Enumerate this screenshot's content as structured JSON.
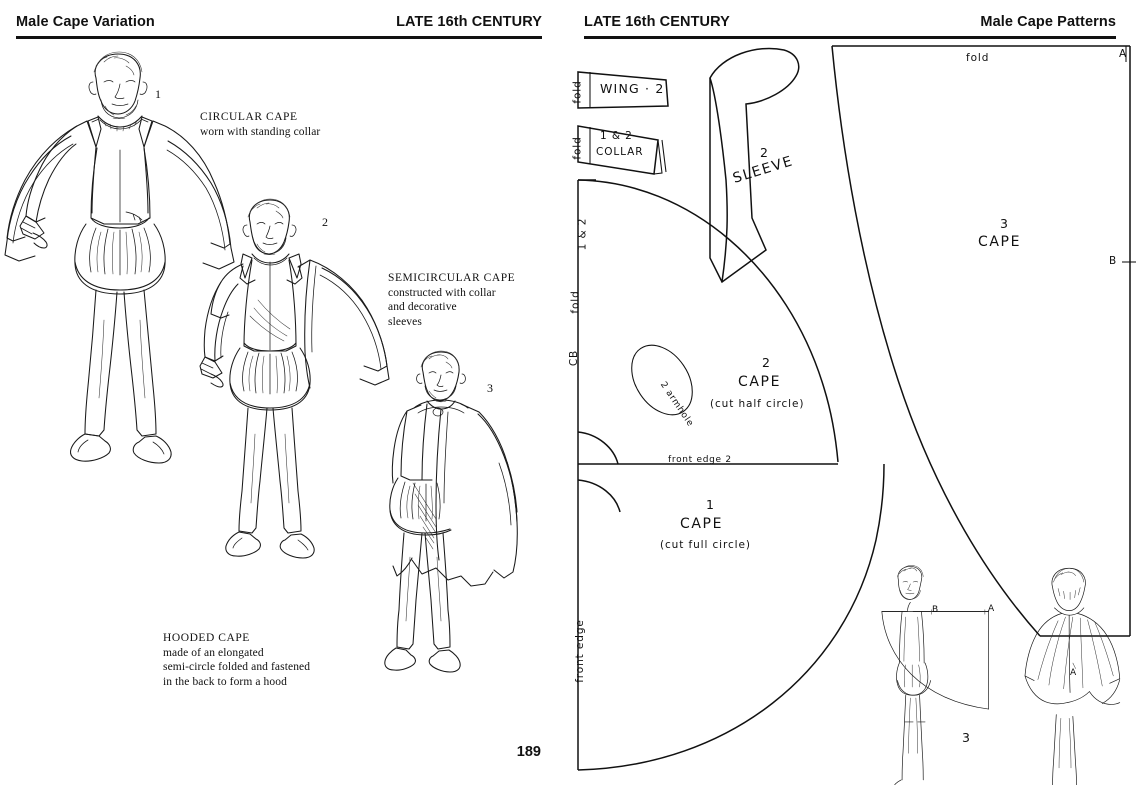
{
  "spread": {
    "left_page": {
      "header": {
        "left": "Male Cape Variation",
        "right": "LATE 16th CENTURY"
      },
      "folio": "189",
      "figures": [
        {
          "callout": "1",
          "title": "CIRCULAR CAPE",
          "lines": [
            "worn with standing collar"
          ]
        },
        {
          "callout": "2",
          "title": "SEMICIRCULAR CAPE",
          "lines": [
            "constructed with collar",
            "and decorative",
            "sleeves"
          ]
        },
        {
          "callout": "3",
          "title": "HOODED CAPE",
          "lines": [
            "made of an elongated",
            "semi-circle folded and fastened",
            "in the back to form a hood"
          ]
        }
      ]
    },
    "right_page": {
      "header": {
        "left": "LATE 16th CENTURY",
        "right": "Male Cape Patterns"
      },
      "pattern_pieces": [
        {
          "name": "wing",
          "number": "WING  · 2",
          "fold_label": "fold"
        },
        {
          "name": "collar",
          "number": "1 & 2",
          "label": "COLLAR",
          "fold_label": "fold"
        },
        {
          "name": "sleeve",
          "number": "2",
          "label": "SLEEVE"
        },
        {
          "name": "cape-half",
          "number": "2",
          "label": "CAPE",
          "note": "(cut half circle)"
        },
        {
          "name": "cape-full",
          "number": "1",
          "label": "CAPE",
          "note": "(cut full circle)"
        },
        {
          "name": "cape-hooded",
          "number": "3",
          "label": "CAPE"
        }
      ],
      "edge_labels": {
        "cb_fold": "CB",
        "cb_fold_word": "fold",
        "cb_fold_nums": "1 & 2",
        "front_edge_left": "front edge",
        "front_edge_mid": "front edge    2",
        "armhole": "2 armhole",
        "top_fold": "fold",
        "marker_a": "A",
        "marker_b": "B"
      },
      "mini_figures": {
        "marker_a": "A",
        "marker_b": "B",
        "caption_number": "3"
      }
    }
  }
}
